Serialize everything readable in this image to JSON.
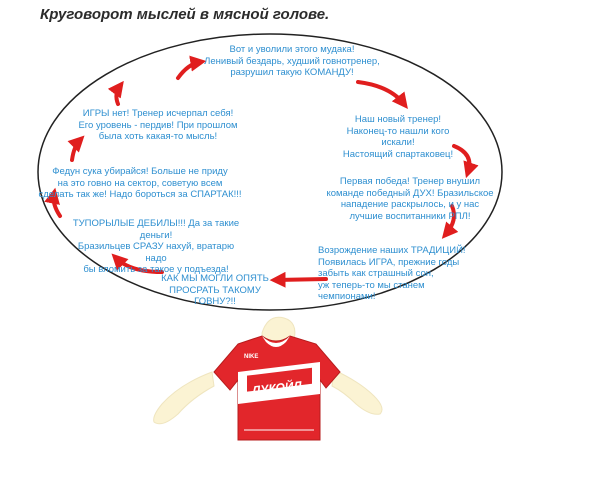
{
  "title": "Круговорот мыслей в мясной голове.",
  "colors": {
    "text": "#2e8fd0",
    "arrows": "#e01e1e",
    "ellipse": "#222222",
    "jersey": "#e2262b"
  },
  "cycle": [
    {
      "id": "fired",
      "text": "Вот и уволили этого мудака!\nЛенивый бездарь, худший говнотренер,\nразрушил такую КОМАНДУ!"
    },
    {
      "id": "new-coach",
      "text": "Наш новый тренер!\nНаконец-то нашли кого искали!\nНастоящий спартаковец!"
    },
    {
      "id": "first-win",
      "text": "Первая победа! Тренер внушил\nкоманде победный ДУХ! Бразильское\nнападение раскрылось, и у нас\nлучшие воспитанники РПЛ!"
    },
    {
      "id": "revival",
      "text": "Возрождение наших ТРАДИЦИЙ!\nПоявилась ИГРА, прежние годы\nзабыть как страшный сон,\nуж теперь-то мы станем\nчемпионами!"
    },
    {
      "id": "lost",
      "text": "КАК МЫ МОГЛИ ОПЯТЬ\nПРОСРАТЬ ТАКОМУ ГОВНУ?!!"
    },
    {
      "id": "idiots",
      "text": "ТУПОРЫЛЫЕ ДЕБИЛЫ!!! Да за такие деньги!\nБразильцев СРАЗУ нахуй, вратарю надо\nбы вломить за такое у подъезда!"
    },
    {
      "id": "fedun",
      "text": "Федун сука убирайся! Больше не приду\nна это говно на сектор, советую всем\nсделать так же! Надо бороться за СПАРТАК!!!"
    },
    {
      "id": "no-game",
      "text": "ИГРЫ нет! Тренер исчерпал себя!\nЕго уровень - пердив! При прошлом\nбыла хоть какая-то мысль!"
    }
  ],
  "jersey": {
    "sponsor": "ЛУКОЙЛ",
    "brand": "NIKE"
  }
}
